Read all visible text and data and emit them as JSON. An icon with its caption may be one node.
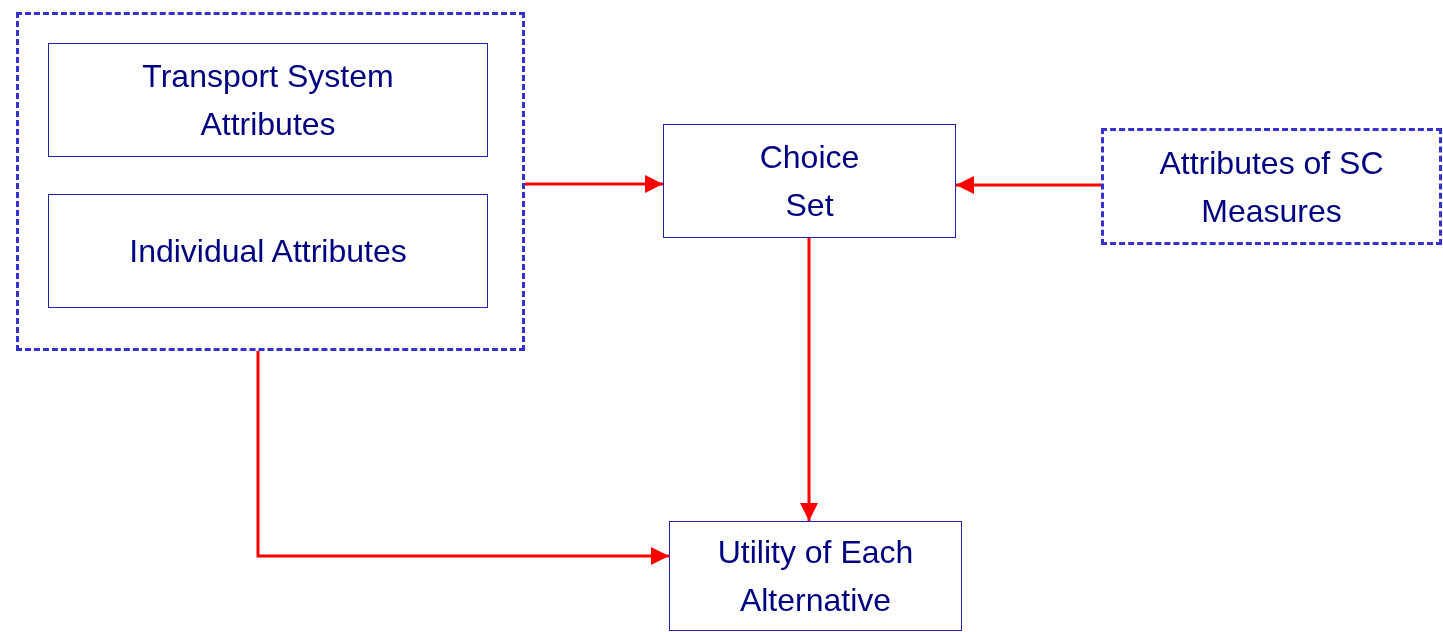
{
  "diagram": {
    "nodes": [
      {
        "text": [],
        "shape": "box"
      },
      {
        "text": [
          "Transport System Attributes"
        ],
        "in": 0
      },
      {
        "text": [
          "Individual Attributes"
        ],
        "in": 0
      },
      {
        "text": [
          "Choice Set"
        ]
      },
      {
        "text": [
          "Attributes of SC Measures"
        ]
      },
      {
        "text": [
          "Utility of Each Alternative"
        ]
      }
    ],
    "edges": [
      {
        "from": 0,
        "to": 3,
        "arrow": "to"
      },
      {
        "from": 4,
        "to": 3,
        "arrow": "to"
      },
      {
        "from": 3,
        "to": 5,
        "arrow": "to"
      },
      {
        "from": 0,
        "to": 5,
        "arrow": "to"
      }
    ]
  }
}
